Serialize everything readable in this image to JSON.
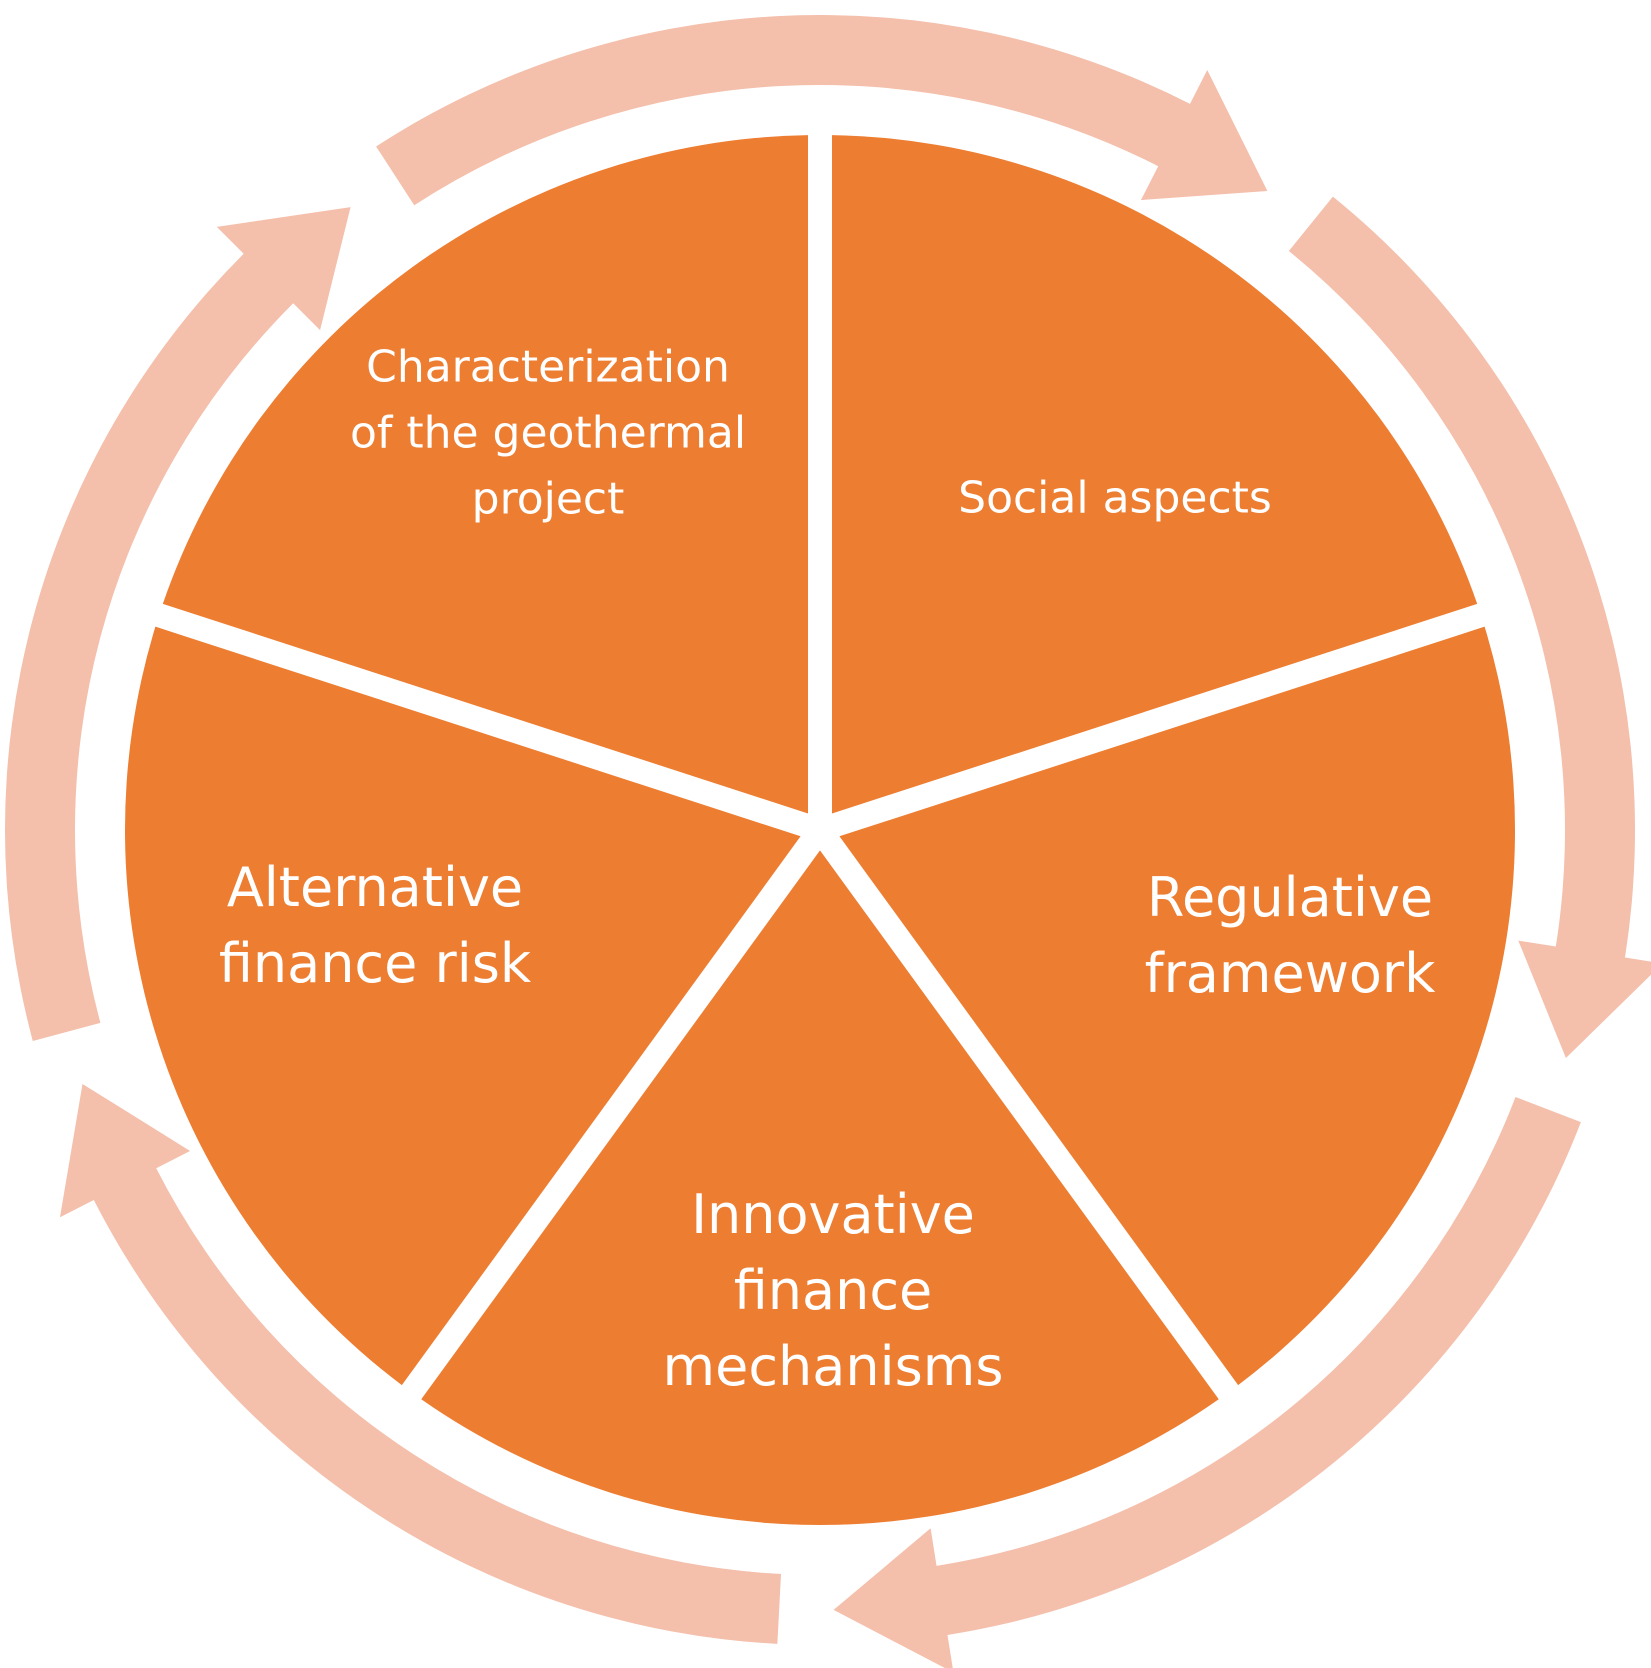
{
  "colors": {
    "segment_fill": "#ED7D31",
    "ring_fill": "#F4BFAB",
    "label_text": "#FFFFFF",
    "background": "#FFFFFF"
  },
  "segments": [
    {
      "id": "characterization",
      "lines": [
        "Characterization",
        "of the geothermal",
        "project"
      ]
    },
    {
      "id": "social",
      "lines": [
        "Social aspects"
      ]
    },
    {
      "id": "regulative",
      "lines": [
        "Regulative",
        "framework"
      ]
    },
    {
      "id": "innovative",
      "lines": [
        "Innovative",
        "finance",
        "mechanisms"
      ]
    },
    {
      "id": "alternative",
      "lines": [
        "Alternative",
        "finance risk"
      ]
    }
  ]
}
